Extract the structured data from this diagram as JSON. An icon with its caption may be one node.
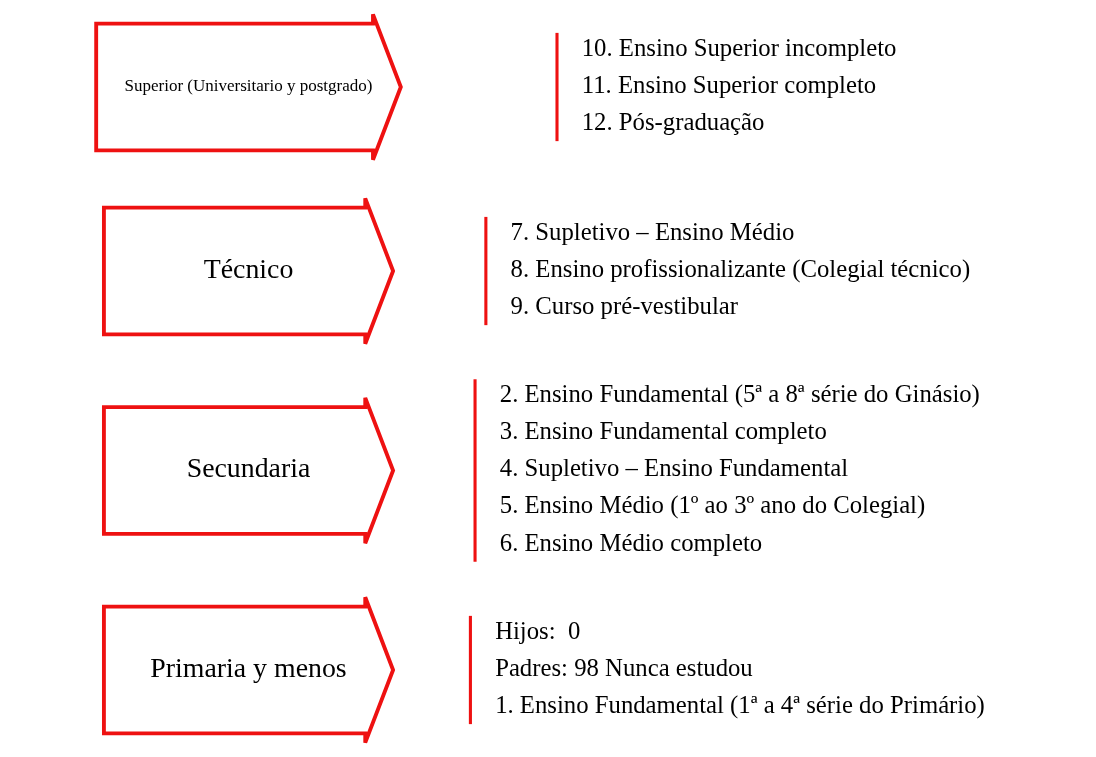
{
  "diagram": {
    "nodes": [
      {
        "text": [
          "Primaria y menos"
        ]
      },
      {
        "text": [
          "Hijos:  0",
          "Padres: 98 Nunca estudou",
          "1. Ensino Fundamental (1ª a 4ª série do Primário)"
        ]
      },
      {
        "text": [
          "Secundaria"
        ]
      },
      {
        "text": [
          "2. Ensino Fundamental (5ª a 8ª série do Ginásio)",
          "3. Ensino Fundamental completo",
          "4. Supletivo – Ensino Fundamental",
          "5. Ensino Médio (1º ao 3º ano do Colegial)",
          "6. Ensino Médio completo"
        ]
      },
      {
        "text": [
          "Técnico"
        ]
      },
      {
        "text": [
          "7. Supletivo – Ensino Médio",
          "8. Ensino profissionalizante (Colegial técnico)",
          "9. Curso pré-vestibular"
        ]
      },
      {
        "text": [
          "Superior (Universitario y postgrado)"
        ]
      },
      {
        "text": [
          "10. Ensino Superior incompleto",
          "11. Ensino Superior completo",
          "12. Pós-graduação"
        ]
      }
    ],
    "edges": []
  }
}
